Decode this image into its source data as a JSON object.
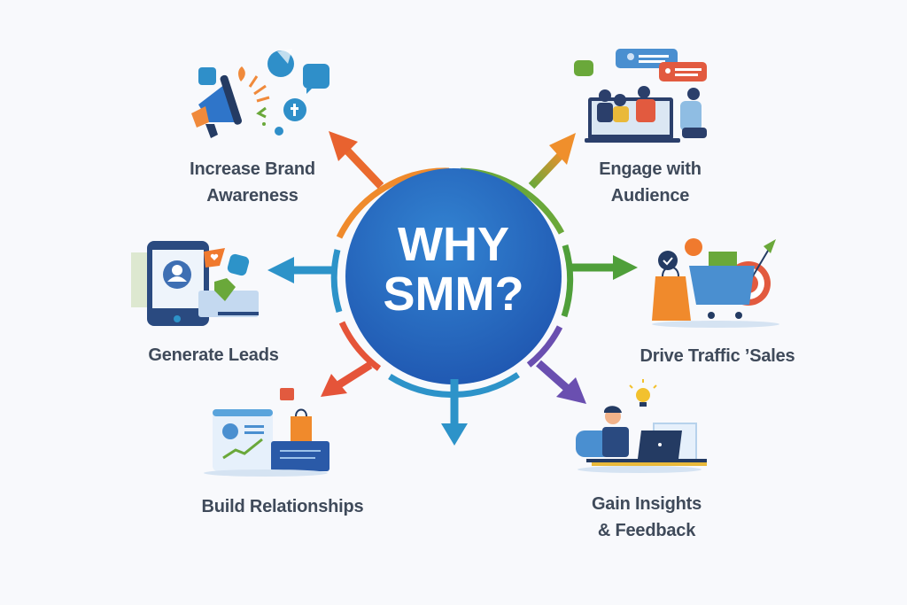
{
  "center": {
    "line1": "WHY",
    "line2": "SMM?",
    "circle_color": "#2a6fc4"
  },
  "benefits": [
    {
      "id": "brand-awareness",
      "line1": "Increase Brand",
      "line2": "Awareness",
      "arrow_color": "#e8622f",
      "icon": "megaphone-social-icon"
    },
    {
      "id": "engage-audience",
      "line1": "Engage with",
      "line2": "Audience",
      "arrow_color": "#e9912f",
      "icon": "people-chat-laptop-icon"
    },
    {
      "id": "drive-traffic",
      "line1": "Drive Traffic ’Sales",
      "line2": "",
      "arrow_color": "#4f9f3a",
      "icon": "shopping-cart-target-icon"
    },
    {
      "id": "gain-insights",
      "line1": "Gain Insights",
      "line2": "& Feedback",
      "arrow_color": "#6a4fb0",
      "icon": "person-laptop-lightbulb-icon"
    },
    {
      "id": "build-relationships",
      "line1": "Build Relationships",
      "line2": "",
      "arrow_color": "#e55439",
      "icon": "profile-card-growth-icon"
    },
    {
      "id": "generate-leads",
      "line1": "Generate Leads",
      "line2": "",
      "arrow_color": "#2d93c9",
      "icon": "phone-profile-money-icon"
    }
  ],
  "bottom_arrow_color": "#2d93c9"
}
